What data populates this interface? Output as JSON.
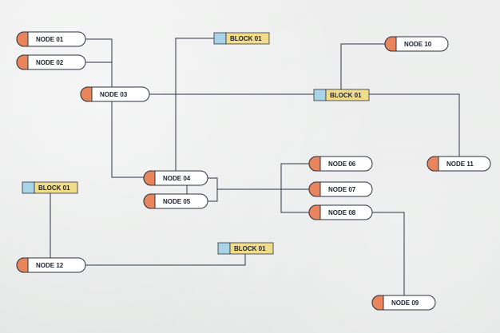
{
  "colors": {
    "node_cap": "#e8855c",
    "block_square": "#a9d3e6",
    "block_label_bg": "#f1dc8a",
    "line": "#2f3644"
  },
  "nodes": [
    {
      "id": "n01",
      "label": "NODE 01"
    },
    {
      "id": "n02",
      "label": "NODE 02"
    },
    {
      "id": "n03",
      "label": "NODE 03"
    },
    {
      "id": "n04",
      "label": "NODE 04"
    },
    {
      "id": "n05",
      "label": "NODE 05"
    },
    {
      "id": "n06",
      "label": "NODE 06"
    },
    {
      "id": "n07",
      "label": "NODE 07"
    },
    {
      "id": "n08",
      "label": "NODE 08"
    },
    {
      "id": "n09",
      "label": "NODE 09"
    },
    {
      "id": "n10",
      "label": "NODE 10"
    },
    {
      "id": "n11",
      "label": "NODE 11"
    },
    {
      "id": "n12",
      "label": "NODE 12"
    }
  ],
  "blocks": [
    {
      "id": "b_top",
      "label": "BLOCK 01"
    },
    {
      "id": "b_mid",
      "label": "BLOCK 01"
    },
    {
      "id": "b_left",
      "label": "BLOCK 01"
    },
    {
      "id": "b_low",
      "label": "BLOCK 01"
    }
  ]
}
